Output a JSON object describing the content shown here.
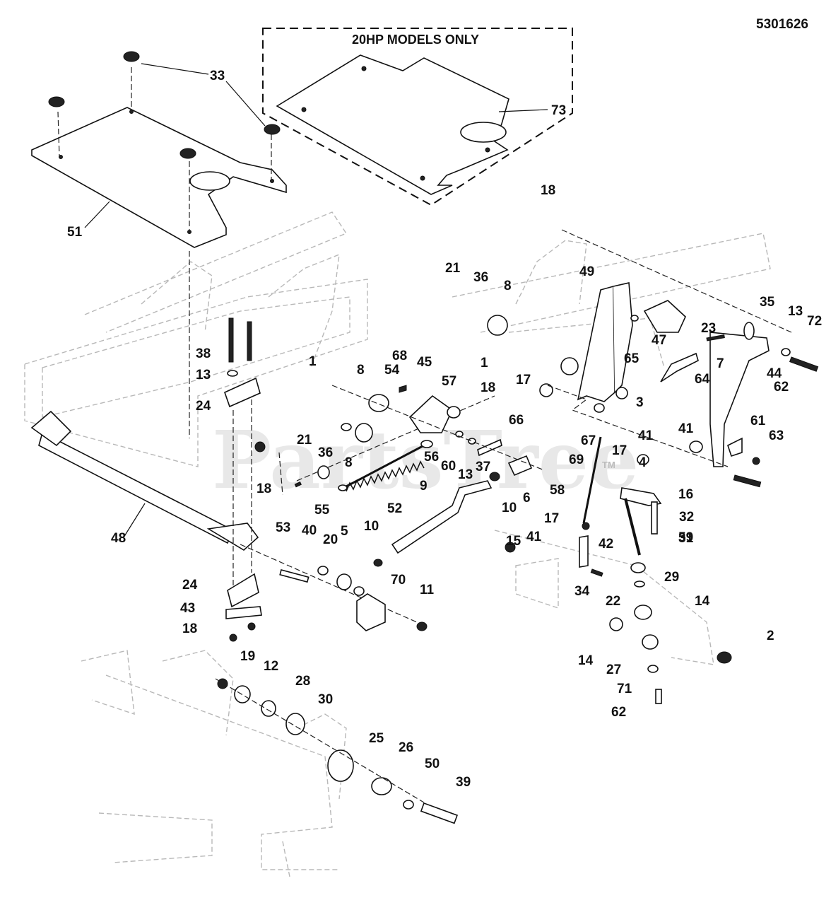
{
  "diagram_number": "5301626",
  "box_label": "20HP MODELS ONLY",
  "watermark": "PartsTree",
  "watermark_tm": "TM",
  "callouts": {
    "c1a": "1",
    "c1b": "1",
    "c2": "2",
    "c3": "3",
    "c4": "4",
    "c5": "5",
    "c6": "6",
    "c7": "7",
    "c8a": "8",
    "c8b": "8",
    "c8c": "8",
    "c9": "9",
    "c10a": "10",
    "c10b": "10",
    "c11": "11",
    "c12": "12",
    "c13a": "13",
    "c13b": "13",
    "c13c": "13",
    "c14a": "14",
    "c14b": "14",
    "c15": "15",
    "c16": "16",
    "c17a": "17",
    "c17b": "17",
    "c17c": "17",
    "c18a": "18",
    "c18b": "18",
    "c18c": "18",
    "c18d": "18",
    "c19": "19",
    "c20": "20",
    "c21a": "21",
    "c21b": "21",
    "c22": "22",
    "c23": "23",
    "c24a": "24",
    "c24b": "24",
    "c25": "25",
    "c26": "26",
    "c27": "27",
    "c28": "28",
    "c29": "29",
    "c30": "30",
    "c31": "31",
    "c32": "32",
    "c33": "33",
    "c34": "34",
    "c35": "35",
    "c36a": "36",
    "c36b": "36",
    "c37": "37",
    "c38": "38",
    "c39": "39",
    "c40": "40",
    "c41a": "41",
    "c41b": "41",
    "c41c": "41",
    "c42": "42",
    "c43": "43",
    "c44": "44",
    "c45": "45",
    "c47": "47",
    "c48": "48",
    "c49": "49",
    "c50": "50",
    "c51": "51",
    "c52": "52",
    "c53": "53",
    "c54": "54",
    "c55": "55",
    "c56": "56",
    "c57": "57",
    "c58": "58",
    "c59": "59",
    "c60": "60",
    "c61": "61",
    "c62a": "62",
    "c62b": "62",
    "c63": "63",
    "c64": "64",
    "c65": "65",
    "c66": "66",
    "c67": "67",
    "c68": "68",
    "c69": "69",
    "c70": "70",
    "c71": "71",
    "c72": "72",
    "c73": "73"
  }
}
